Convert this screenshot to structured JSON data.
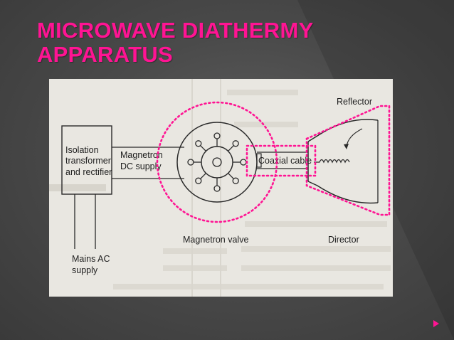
{
  "slide": {
    "title_line1": "MICROWAVE DIATHERMY",
    "title_line2": "APPARATUS"
  },
  "diagram": {
    "labels": {
      "isolation_1": "Isolation",
      "isolation_2": "transformer",
      "isolation_3": "and rectifier",
      "magnetron_dc_1": "Magnetron",
      "magnetron_dc_2": "DC supply",
      "coaxial_cable": "Coaxial cable",
      "reflector": "Reflector",
      "director": "Director",
      "magnetron_valve": "Magnetron valve",
      "mains_1": "Mains AC",
      "mains_2": "supply"
    }
  },
  "colors": {
    "title": "#ff1493",
    "highlight": "#ff1493",
    "line": "#2a2a2a"
  },
  "icons": {
    "bullet": "pink-triangle-bullet-icon"
  }
}
